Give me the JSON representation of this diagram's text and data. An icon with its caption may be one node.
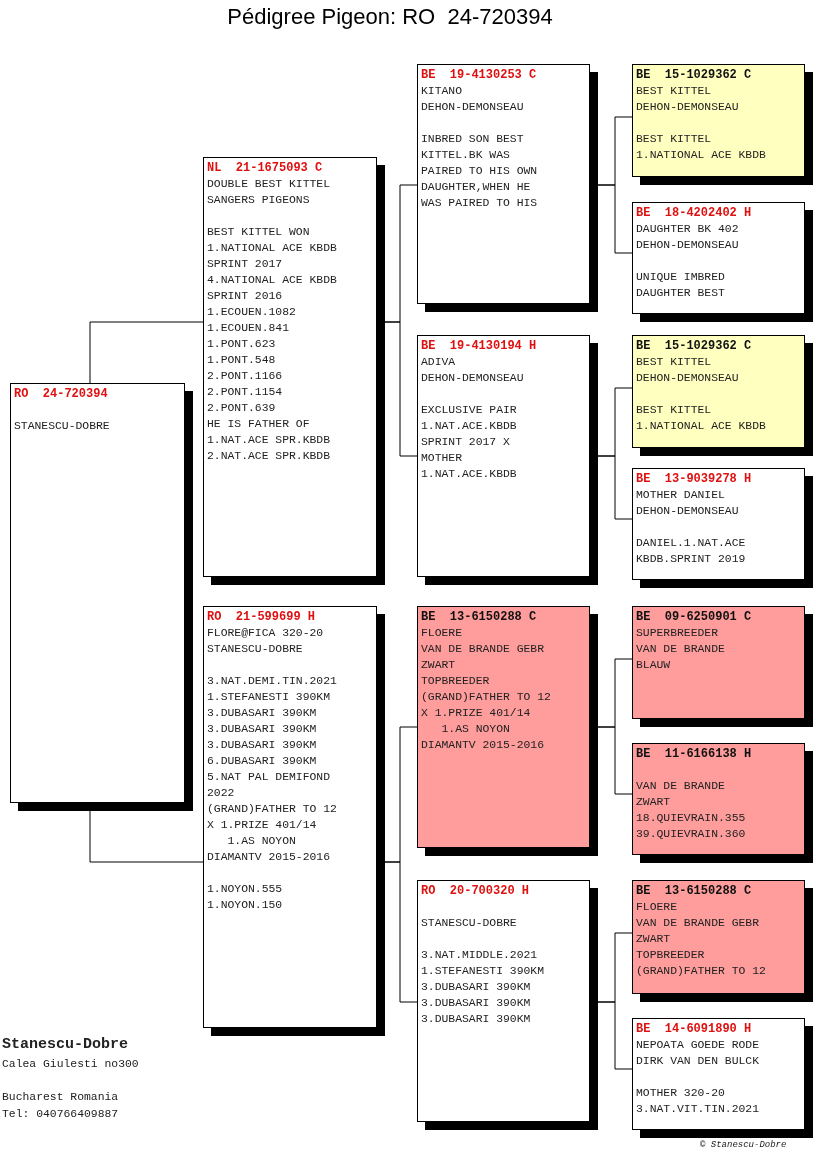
{
  "diagram": {
    "title": "Pédigree Pigeon: RO  24-720394",
    "nodes": [
      {
        "text": [
          "RO  24-720394",
          "STANESCU-DOBRE"
        ]
      },
      {
        "text": [
          "NL  21-1675093 C",
          "DOUBLE BEST KITTEL SANGERS PIGEONS",
          "BEST KITTEL WON",
          "1.NATIONAL ACE KBDB SPRINT 2017",
          "4.NATIONAL ACE KBDB SPRINT 2016",
          "1.ECOUEN.1082",
          "1.ECOUEN.841",
          "1.PONT.623",
          "1.PONT.548",
          "2.PONT.1166",
          "2.PONT.1154",
          "2.PONT.639",
          "HE IS FATHER OF",
          "1.NAT.ACE SPR.KBDB",
          "2.NAT.ACE SPR.KBDB"
        ]
      },
      {
        "text": [
          "BE  19-4130253 C",
          "KITANO",
          "DEHON-DEMONSEAU",
          "INBRED SON BEST KITTEL.BK WAS PAIRED TO HIS OWN DAUGHTER,WHEN HE WAS PAIRED TO HIS"
        ]
      },
      {
        "text": [
          "BE  15-1029362 C",
          "BEST KITTEL",
          "DEHON-DEMONSEAU",
          "BEST KITTEL",
          "1.NATIONAL ACE KBDB"
        ]
      },
      {
        "text": [
          "BE  18-4202402 H",
          "DAUGHTER BK 402",
          "DEHON-DEMONSEAU",
          "UNIQUE IMBRED DAUGHTER BEST"
        ]
      },
      {
        "text": [
          "BE  19-4130194 H",
          "ADIVA",
          "DEHON-DEMONSEAU",
          "EXCLUSIVE PAIR 1.NAT.ACE.KBDB SPRINT 2017 X MOTHER 1.NAT.ACE.KBDB"
        ]
      },
      {
        "text": [
          "BE  15-1029362 C",
          "BEST KITTEL",
          "DEHON-DEMONSEAU",
          "BEST KITTEL",
          "1.NATIONAL ACE KBDB"
        ]
      },
      {
        "text": [
          "BE  13-9039278 H",
          "MOTHER DANIEL",
          "DEHON-DEMONSEAU",
          "DANIEL.1.NAT.ACE KBDB.SPRINT 2019"
        ]
      },
      {
        "text": [
          "RO  21-599699 H",
          "FLORE@FICA 320-20",
          "STANESCU-DOBRE",
          "3.NAT.DEMI.TIN.2021",
          "1.STEFANESTI 390KM",
          "3.DUBASARI 390KM",
          "3.DUBASARI 390KM",
          "3.DUBASARI 390KM",
          "6.DUBASARI 390KM",
          "5.NAT PAL DEMIFOND 2022",
          "(GRAND)FATHER TO 12 X 1.PRIZE 401/14",
          "1.AS NOYON",
          "DIAMANTV 2015-2016",
          "1.NOYON.555",
          "1.NOYON.150"
        ]
      },
      {
        "text": [
          "BE  13-6150288 C",
          "FLOERE",
          "VAN DE BRANDE GEBR",
          "ZWART",
          "TOPBREEDER",
          "(GRAND)FATHER TO 12 X 1.PRIZE 401/14",
          "1.AS NOYON",
          "DIAMANTV 2015-2016"
        ]
      },
      {
        "text": [
          "BE  09-6250901 C",
          "SUPERBREEDER",
          "VAN DE BRANDE",
          "BLAUW"
        ]
      },
      {
        "text": [
          "BE  11-6166138 H",
          "VAN DE BRANDE",
          "ZWART",
          "18.QUIEVRAIN.355",
          "39.QUIEVRAIN.360"
        ]
      },
      {
        "text": [
          "RO  20-700320 H",
          "STANESCU-DOBRE",
          "3.NAT.MIDDLE.2021",
          "1.STEFANESTI 390KM",
          "3.DUBASARI 390KM",
          "3.DUBASARI 390KM",
          "3.DUBASARI 390KM"
        ]
      },
      {
        "text": [
          "BE  13-6150288 C",
          "FLOERE",
          "VAN DE BRANDE GEBR",
          "ZWART",
          "TOPBREEDER",
          "(GRAND)FATHER TO 12"
        ]
      },
      {
        "text": [
          "BE  14-6091890 H",
          "NEPOATA GOEDE RODE",
          "DIRK VAN DEN BULCK",
          "MOTHER 320-20",
          "3.NAT.VIT.TIN.2021"
        ]
      }
    ],
    "edges": [
      {
        "from": 0,
        "to": 1,
        "arrow": "none"
      },
      {
        "from": 0,
        "to": 8,
        "arrow": "none"
      },
      {
        "from": 1,
        "to": 2,
        "arrow": "none"
      },
      {
        "from": 1,
        "to": 5,
        "arrow": "none"
      },
      {
        "from": 2,
        "to": 3,
        "arrow": "none"
      },
      {
        "from": 2,
        "to": 4,
        "arrow": "none"
      },
      {
        "from": 5,
        "to": 6,
        "arrow": "none"
      },
      {
        "from": 5,
        "to": 7,
        "arrow": "none"
      },
      {
        "from": 8,
        "to": 9,
        "arrow": "none"
      },
      {
        "from": 8,
        "to": 12,
        "arrow": "none"
      },
      {
        "from": 9,
        "to": 10,
        "arrow": "none"
      },
      {
        "from": 9,
        "to": 11,
        "arrow": "none"
      },
      {
        "from": 12,
        "to": 13,
        "arrow": "none"
      },
      {
        "from": 12,
        "to": 14,
        "arrow": "none"
      }
    ],
    "labels": [
      "Stanescu-Dobre",
      "Calea Giulesti no300",
      "Bucharest Romania",
      "Tel: 040766409887",
      "© Stanescu-Dobre"
    ]
  }
}
